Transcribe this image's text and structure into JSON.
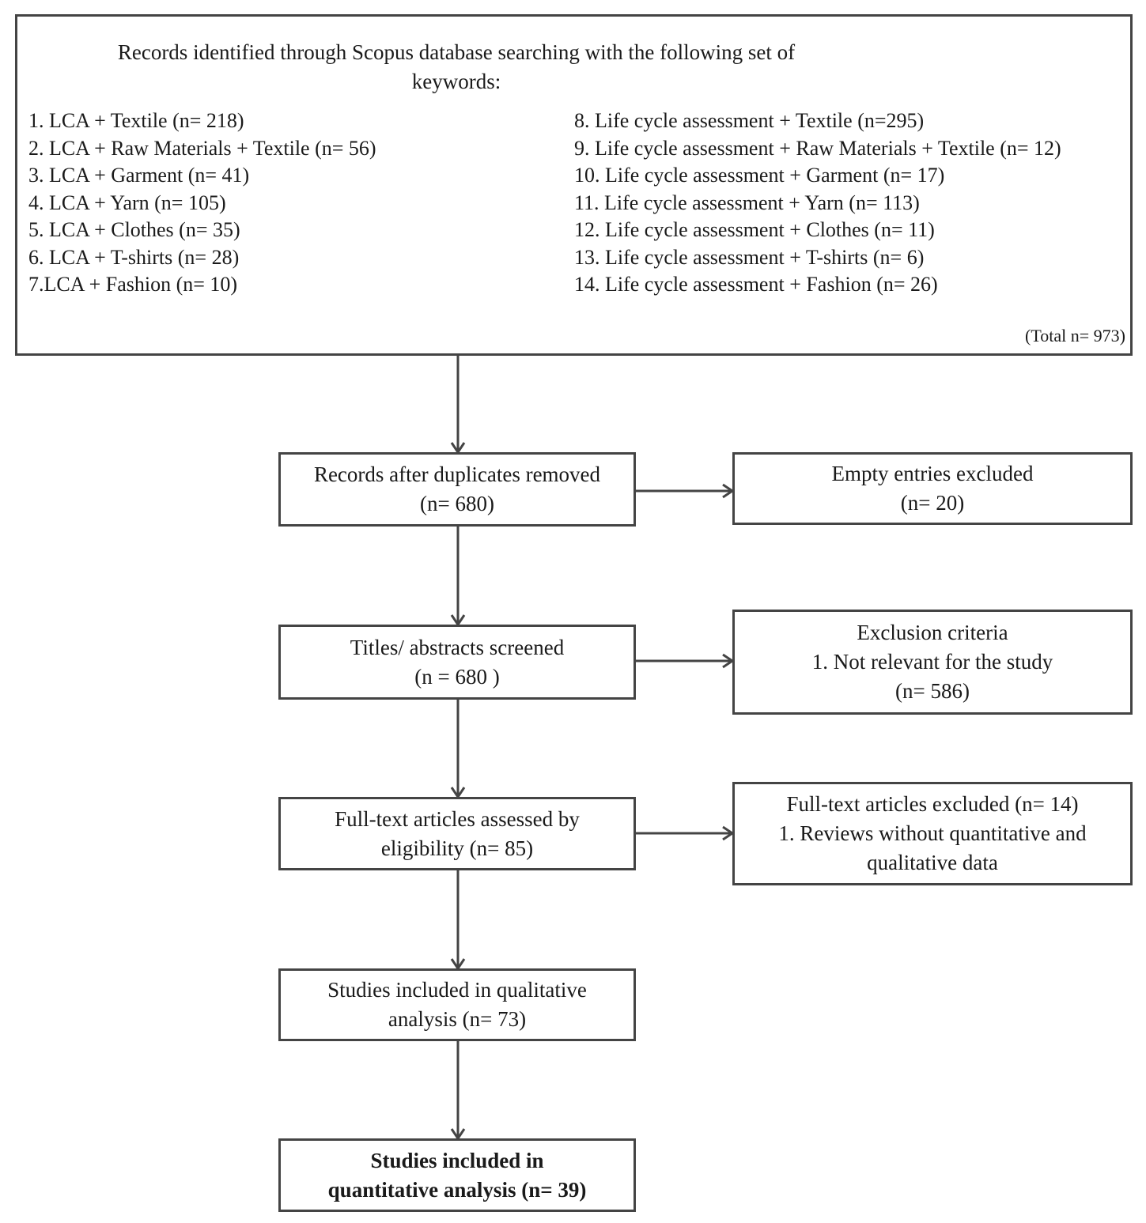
{
  "identification": {
    "title_lines": [
      "Records identified through Scopus database searching with the following set of",
      "keywords:"
    ],
    "keywords_left": [
      "1. LCA + Textile (n= 218)",
      "2. LCA + Raw Materials + Textile (n= 56)",
      "3. LCA + Garment (n= 41)",
      "4. LCA + Yarn (n= 105)",
      "5. LCA + Clothes (n= 35)",
      "6. LCA + T-shirts (n= 28)",
      "7.LCA + Fashion (n= 10)"
    ],
    "keywords_right": [
      "8. Life cycle assessment + Textile (n=295)",
      "9.  Life cycle assessment + Raw Materials + Textile (n= 12)",
      "10. Life cycle assessment + Garment (n= 17)",
      "11. Life cycle assessment + Yarn (n= 113)",
      "12. Life cycle assessment + Clothes (n= 11)",
      "13. Life cycle assessment + T-shirts (n= 6)",
      "14. Life cycle assessment + Fashion (n= 26)"
    ],
    "total": "(Total n= 973)"
  },
  "steps": {
    "duplicates": [
      "Records after duplicates removed",
      "(n= 680)"
    ],
    "screened": [
      "Titles/ abstracts screened",
      "(n = 680 )"
    ],
    "fulltext": [
      "Full-text articles assessed by",
      "eligibility (n= 85)"
    ],
    "qualitative": [
      "Studies included in qualitative",
      "analysis (n= 73)"
    ],
    "quantitative": [
      "Studies included in",
      "quantitative analysis (n= 39)"
    ]
  },
  "exclusions": {
    "empty": [
      "Empty entries excluded",
      "(n= 20)"
    ],
    "criteria": [
      "Exclusion criteria",
      "1. Not relevant for the study",
      "(n= 586)"
    ],
    "fulltext": [
      "Full-text articles excluded (n= 14)",
      "1. Reviews without quantitative and",
      "qualitative data"
    ]
  }
}
